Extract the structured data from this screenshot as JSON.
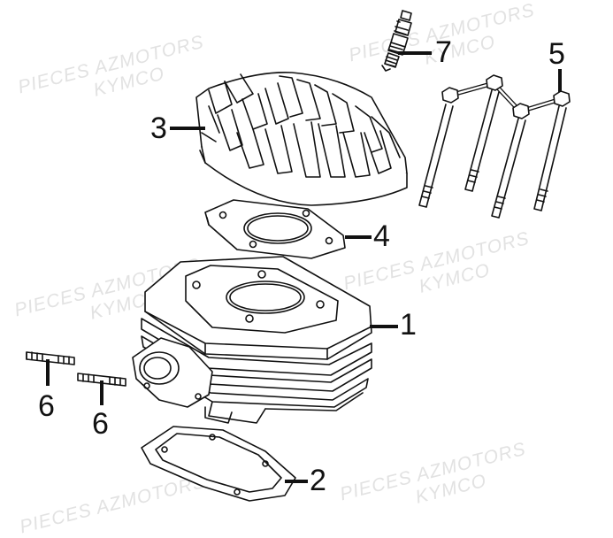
{
  "watermark": {
    "line1": "PIECES AZMOTORS",
    "line2": "KYMCO"
  },
  "callouts": {
    "cylinder": "1",
    "base_gasket": "2",
    "cylinder_head": "3",
    "head_gasket": "4",
    "head_bolts": "5",
    "stud_left": "6",
    "stud_right": "6",
    "spark_plug": "7"
  },
  "colors": {
    "line": "#111111",
    "watermark": "#e2e2e2",
    "background": "#ffffff"
  }
}
